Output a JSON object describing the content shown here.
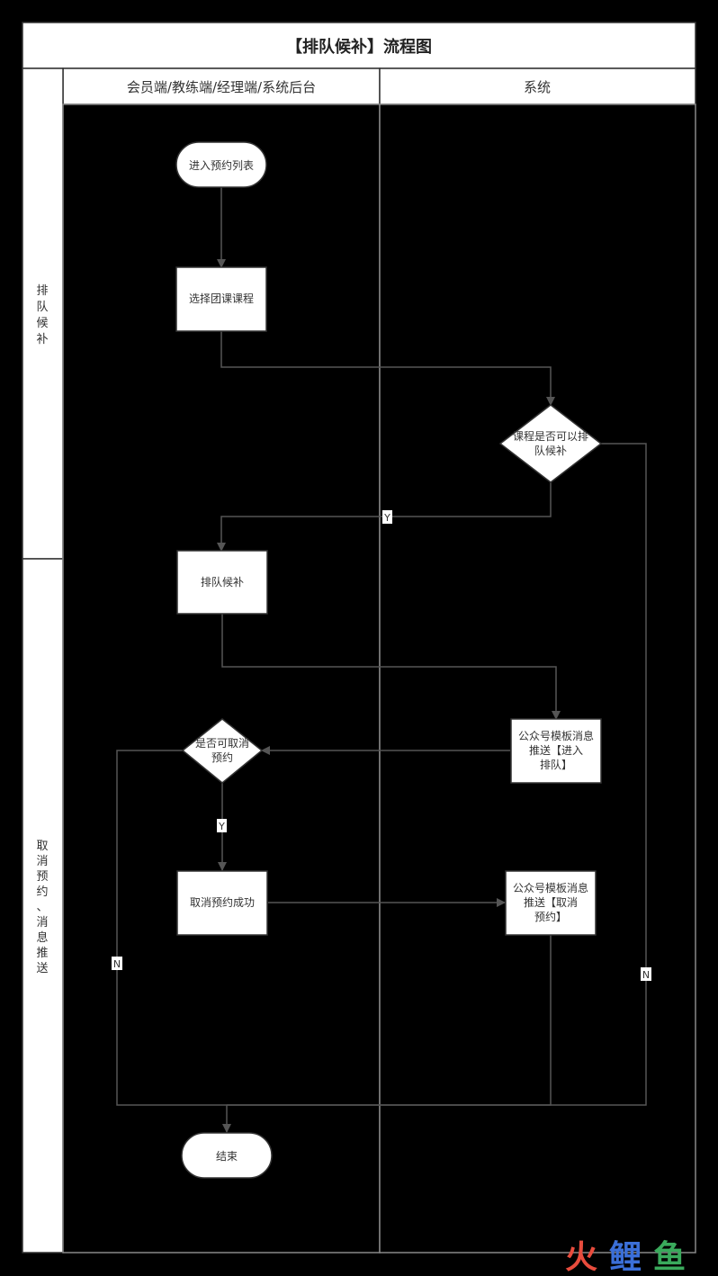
{
  "title": "【排队候补】流程图",
  "lanes": {
    "col1": "会员端/教练端/经理端/系统后台",
    "col2": "系统",
    "row1": "排队候补",
    "row2": "取消预约、消息推送"
  },
  "nodes": {
    "enter_list": "进入预约列表",
    "select_course": [
      "选择团课课程"
    ],
    "can_queue": [
      "课程是否可以排",
      "队候补"
    ],
    "queue": [
      "排队候补"
    ],
    "push_enter": [
      "公众号模板消息",
      "推送【进入",
      "排队】"
    ],
    "can_cancel": [
      "是否可取消",
      "预约"
    ],
    "cancel_ok": [
      "取消预约成功"
    ],
    "push_cancel": [
      "公众号模板消息",
      "推送【取消",
      "预约】"
    ],
    "end": "结束"
  },
  "edge_labels": {
    "yes": "Y",
    "no": "N"
  },
  "watermark": {
    "text": "火鲤鱼",
    "colors": [
      "#e84c3d",
      "#3b6fd8",
      "#3aaa5c"
    ]
  }
}
